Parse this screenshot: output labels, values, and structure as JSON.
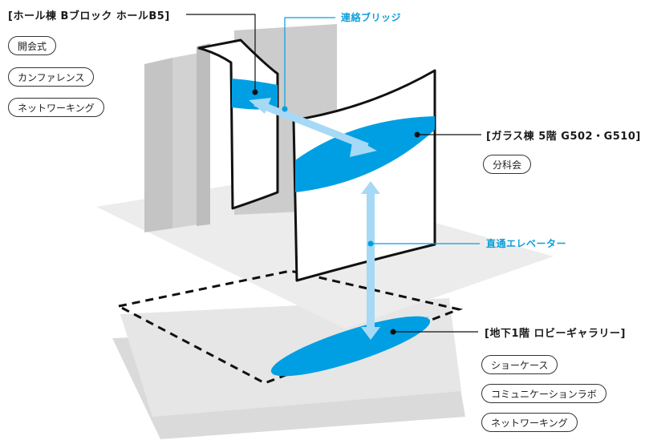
{
  "hall_building": {
    "label": "[ホール棟 Bブロック ホールB5]",
    "tags": [
      "開会式",
      "カンファレンス",
      "ネットワーキング"
    ]
  },
  "connecting_bridge": {
    "label": "連絡ブリッジ"
  },
  "glass_building": {
    "label": "[ガラス棟 5階 G502・G510]",
    "tags": [
      "分科会"
    ]
  },
  "direct_elevator": {
    "label": "直通エレベーター"
  },
  "basement": {
    "label": "[地下1階 ロビーギャラリー]",
    "tags": [
      "ショーケース",
      "コミュニケーションラボ",
      "ネットワーキング"
    ]
  },
  "colors": {
    "accent_blue": "#009fe3",
    "light_blue": "#a6d9f5",
    "building_gray": "#cccccc",
    "floor_gray": "#ececec",
    "outline": "#111111"
  }
}
